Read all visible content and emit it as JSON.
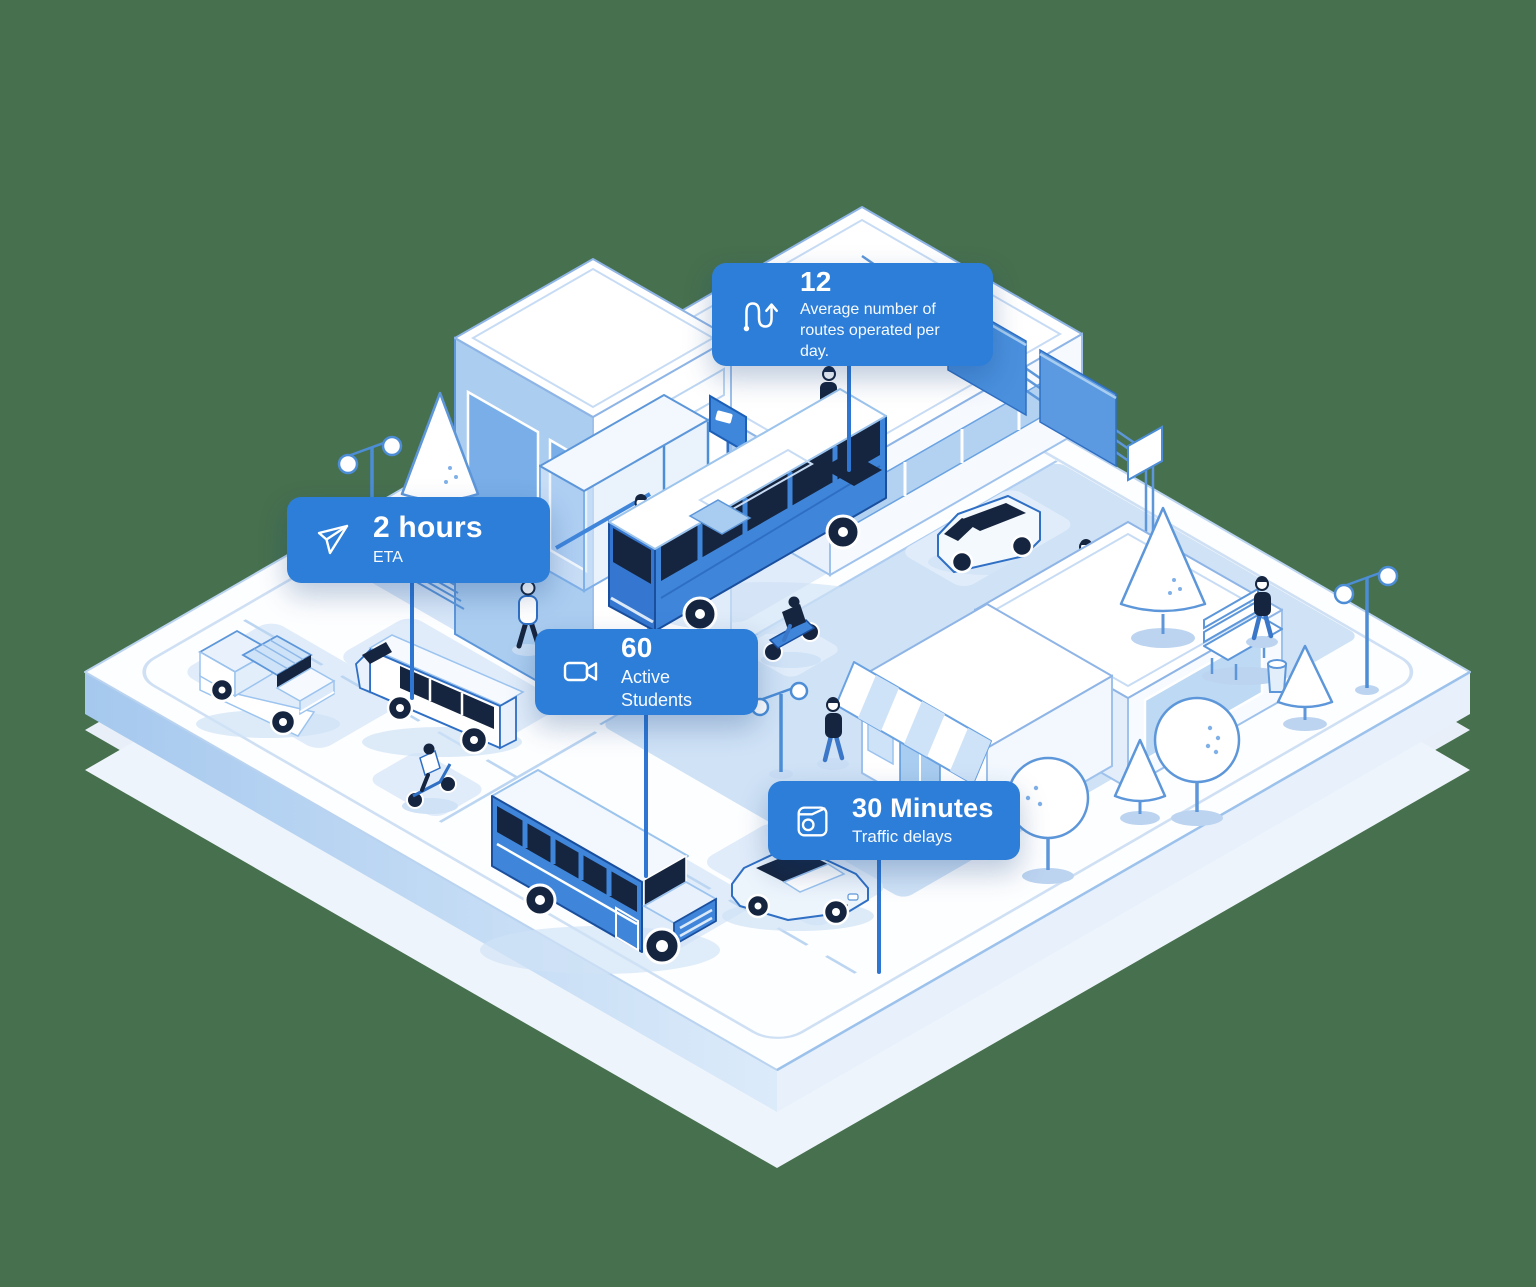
{
  "background_color": "#47704E",
  "palette": {
    "background": "#47704E",
    "card_blue": "#2D7ED8",
    "stem_blue": "#2E76D2",
    "line_blue": "#2F6FC4",
    "accent_blue": "#3F86DB",
    "dark_navy": "#16253F",
    "light_blue": "#CFE2F6",
    "sidewalk_blue": "#D7E6F8",
    "white": "#FFFFFF"
  },
  "callouts": [
    {
      "icon": "route-icon",
      "value": "12",
      "label": "Average number of routes operated per day."
    },
    {
      "icon": "navigation-icon",
      "value": "2 hours",
      "label": "ETA"
    },
    {
      "icon": "video-camera-icon",
      "value": "60",
      "label": "Active Students"
    },
    {
      "icon": "map-icon",
      "value": "30 Minutes",
      "label": "Traffic delays"
    }
  ],
  "illustration": {
    "description": "Isometric city block with city bus, school bus, cars, van, scooters, buildings, store, trees, street lamps, bus shelter and pedestrians on a floating platform"
  }
}
